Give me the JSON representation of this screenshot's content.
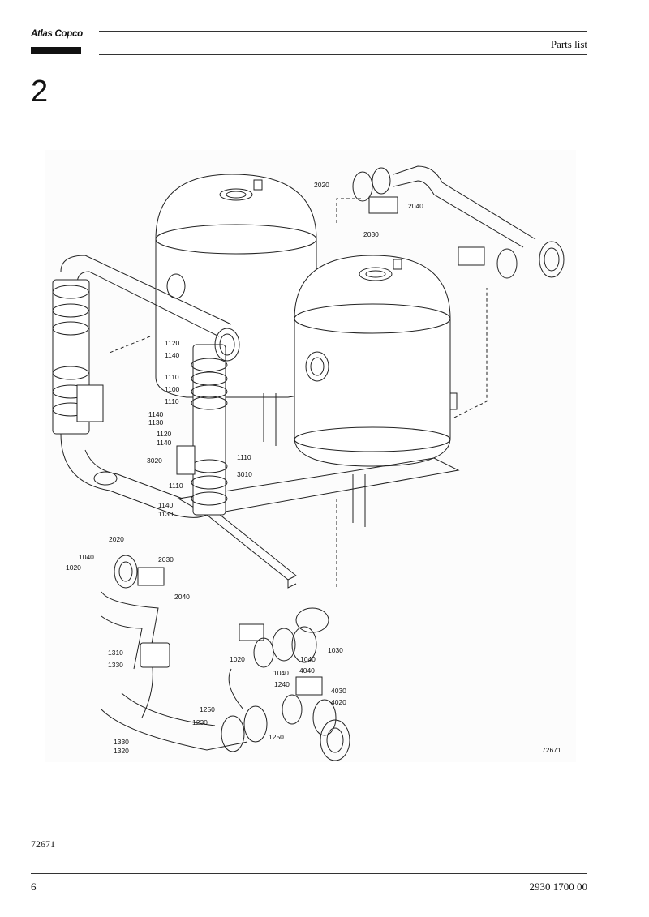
{
  "header": {
    "logo_text": "Atlas Copco",
    "title": "Parts list"
  },
  "section": {
    "number": "2"
  },
  "figure": {
    "drawing_code": "72671",
    "callouts": [
      "2020",
      "2040",
      "2030",
      "1120",
      "1140",
      "1110",
      "1100",
      "1110",
      "1140",
      "1130",
      "1120",
      "1140",
      "3020",
      "1110",
      "3010",
      "1110",
      "1140",
      "1130",
      "2020",
      "1040",
      "1020",
      "2030",
      "2040",
      "1310",
      "1330",
      "1020",
      "1040",
      "1030",
      "1040",
      "4040",
      "1240",
      "4030",
      "4020",
      "1250",
      "1230",
      "1250",
      "1330",
      "1320"
    ]
  },
  "caption": "72671",
  "footer": {
    "page_number": "6",
    "document_number": "2930 1700 00"
  }
}
